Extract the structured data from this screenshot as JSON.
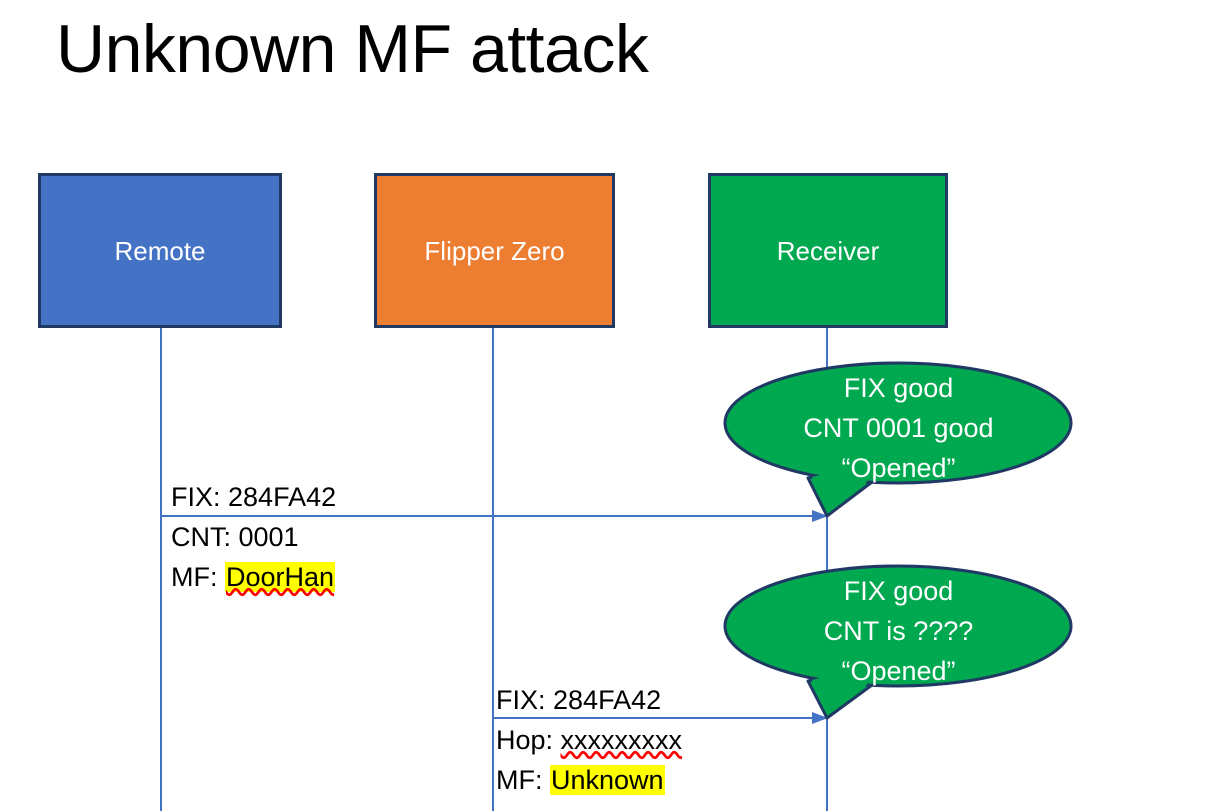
{
  "slide": {
    "title": "Unknown MF attack",
    "background": "#FFFFFF"
  },
  "colors": {
    "remote_fill": "#4472C4",
    "flipper_fill": "#ED7D31",
    "receiver_fill": "#00A850",
    "box_border": "#1F3864",
    "balloon_fill": "#00A850",
    "balloon_border": "#1F3864",
    "lifeline": "#4472C4",
    "arrow": "#4472C4",
    "highlight": "#FFFF00",
    "spellcheck_underline": "#FF0000",
    "text_dark": "#000000",
    "text_light": "#FFFFFF"
  },
  "actors": [
    {
      "id": "remote",
      "label": "Remote"
    },
    {
      "id": "flipper",
      "label": "Flipper Zero"
    },
    {
      "id": "receiver",
      "label": "Receiver"
    }
  ],
  "messages": [
    {
      "id": "msg-remote-to-receiver",
      "from": "remote",
      "to": "receiver",
      "lines": [
        {
          "prefix": "FIX: ",
          "value": "284FA42",
          "highlight": false,
          "spellcheck": false
        },
        {
          "prefix": "CNT: ",
          "value": "0001",
          "highlight": false,
          "spellcheck": false
        },
        {
          "prefix": "MF: ",
          "value": "DoorHan",
          "highlight": true,
          "spellcheck": true
        }
      ]
    },
    {
      "id": "msg-flipper-to-receiver",
      "from": "flipper",
      "to": "receiver",
      "lines": [
        {
          "prefix": "FIX: ",
          "value": "284FA42",
          "highlight": false,
          "spellcheck": false
        },
        {
          "prefix": "Hop: ",
          "value": "xxxxxxxxx",
          "highlight": false,
          "spellcheck": true
        },
        {
          "prefix": "MF: ",
          "value": "Unknown",
          "highlight": true,
          "spellcheck": false
        }
      ]
    }
  ],
  "balloons": [
    {
      "id": "balloon-receiver-1",
      "lines": [
        "FIX good",
        "CNT 0001 good",
        "“Opened”"
      ]
    },
    {
      "id": "balloon-receiver-2",
      "lines": [
        "FIX good",
        "CNT is ????",
        "“Opened”"
      ]
    }
  ]
}
